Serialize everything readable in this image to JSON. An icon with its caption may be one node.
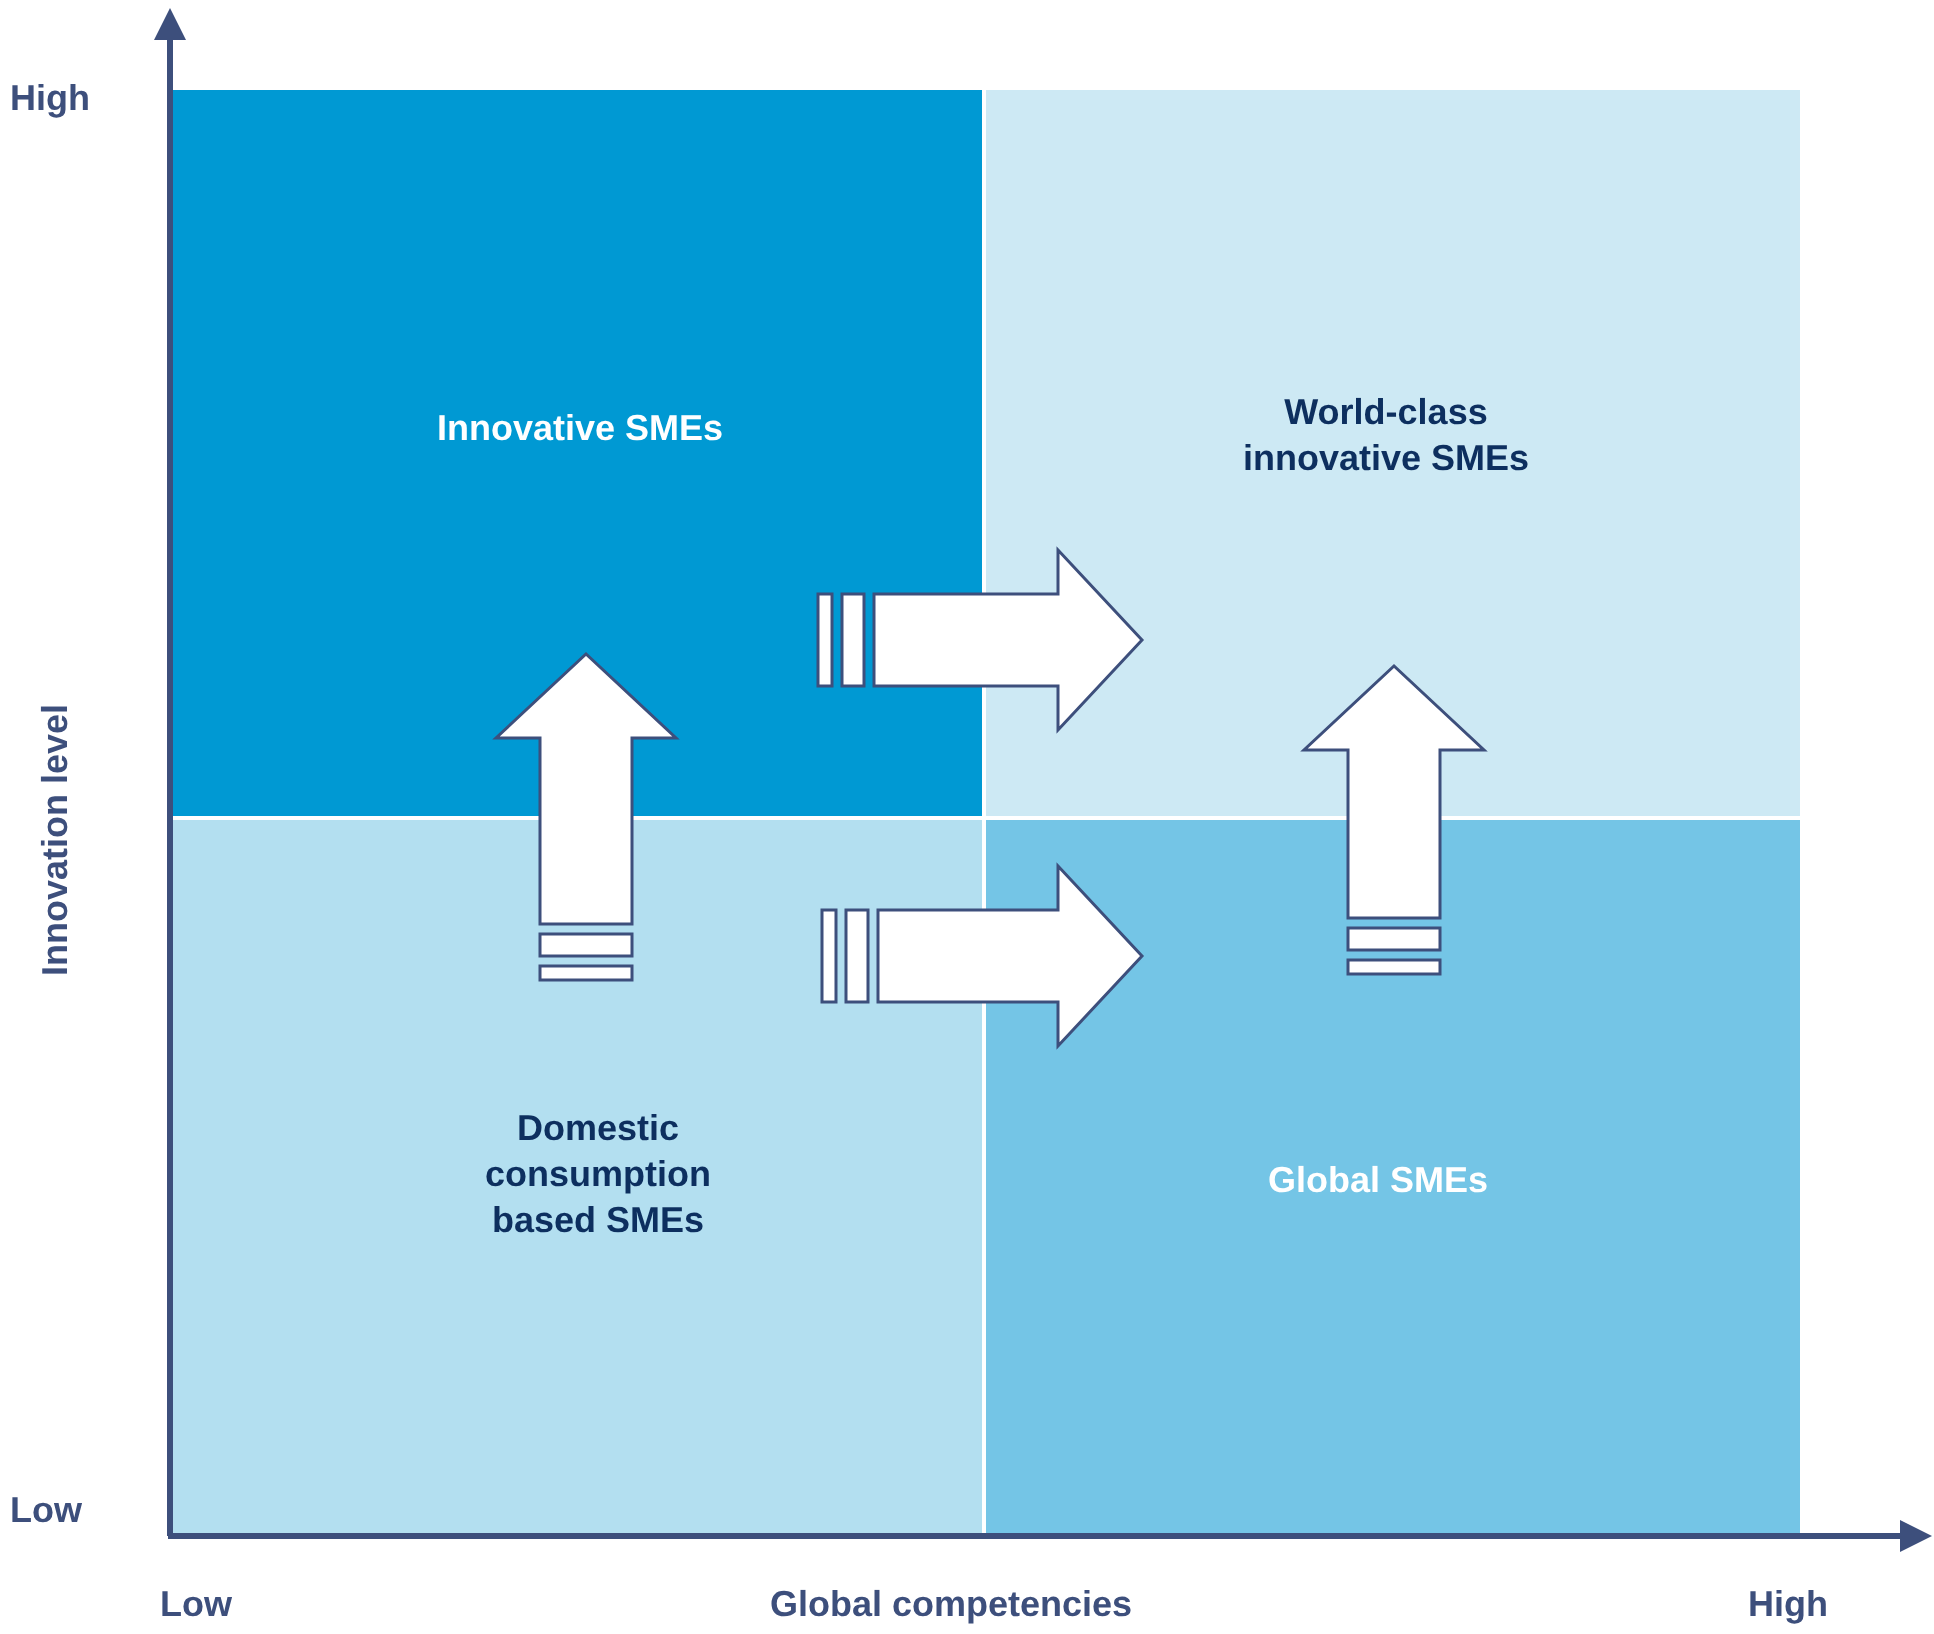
{
  "diagram": {
    "nodes": [
      {
        "text": [
          "Innovative SMEs"
        ]
      },
      {
        "text": [
          "World-class innovative SMEs"
        ]
      },
      {
        "text": [
          "Domestic consumption based SMEs"
        ]
      },
      {
        "text": [
          "Global SMEs"
        ]
      }
    ],
    "edges": [
      {
        "from": 2,
        "to": 0,
        "arrow": "to"
      },
      {
        "from": 0,
        "to": 1,
        "arrow": "to"
      },
      {
        "from": 2,
        "to": 3,
        "arrow": "to"
      },
      {
        "from": 3,
        "to": 1,
        "arrow": "to"
      }
    ],
    "labels": [
      "High",
      "Innovation level",
      "Low",
      "Low",
      "Global competencies",
      "High"
    ]
  }
}
